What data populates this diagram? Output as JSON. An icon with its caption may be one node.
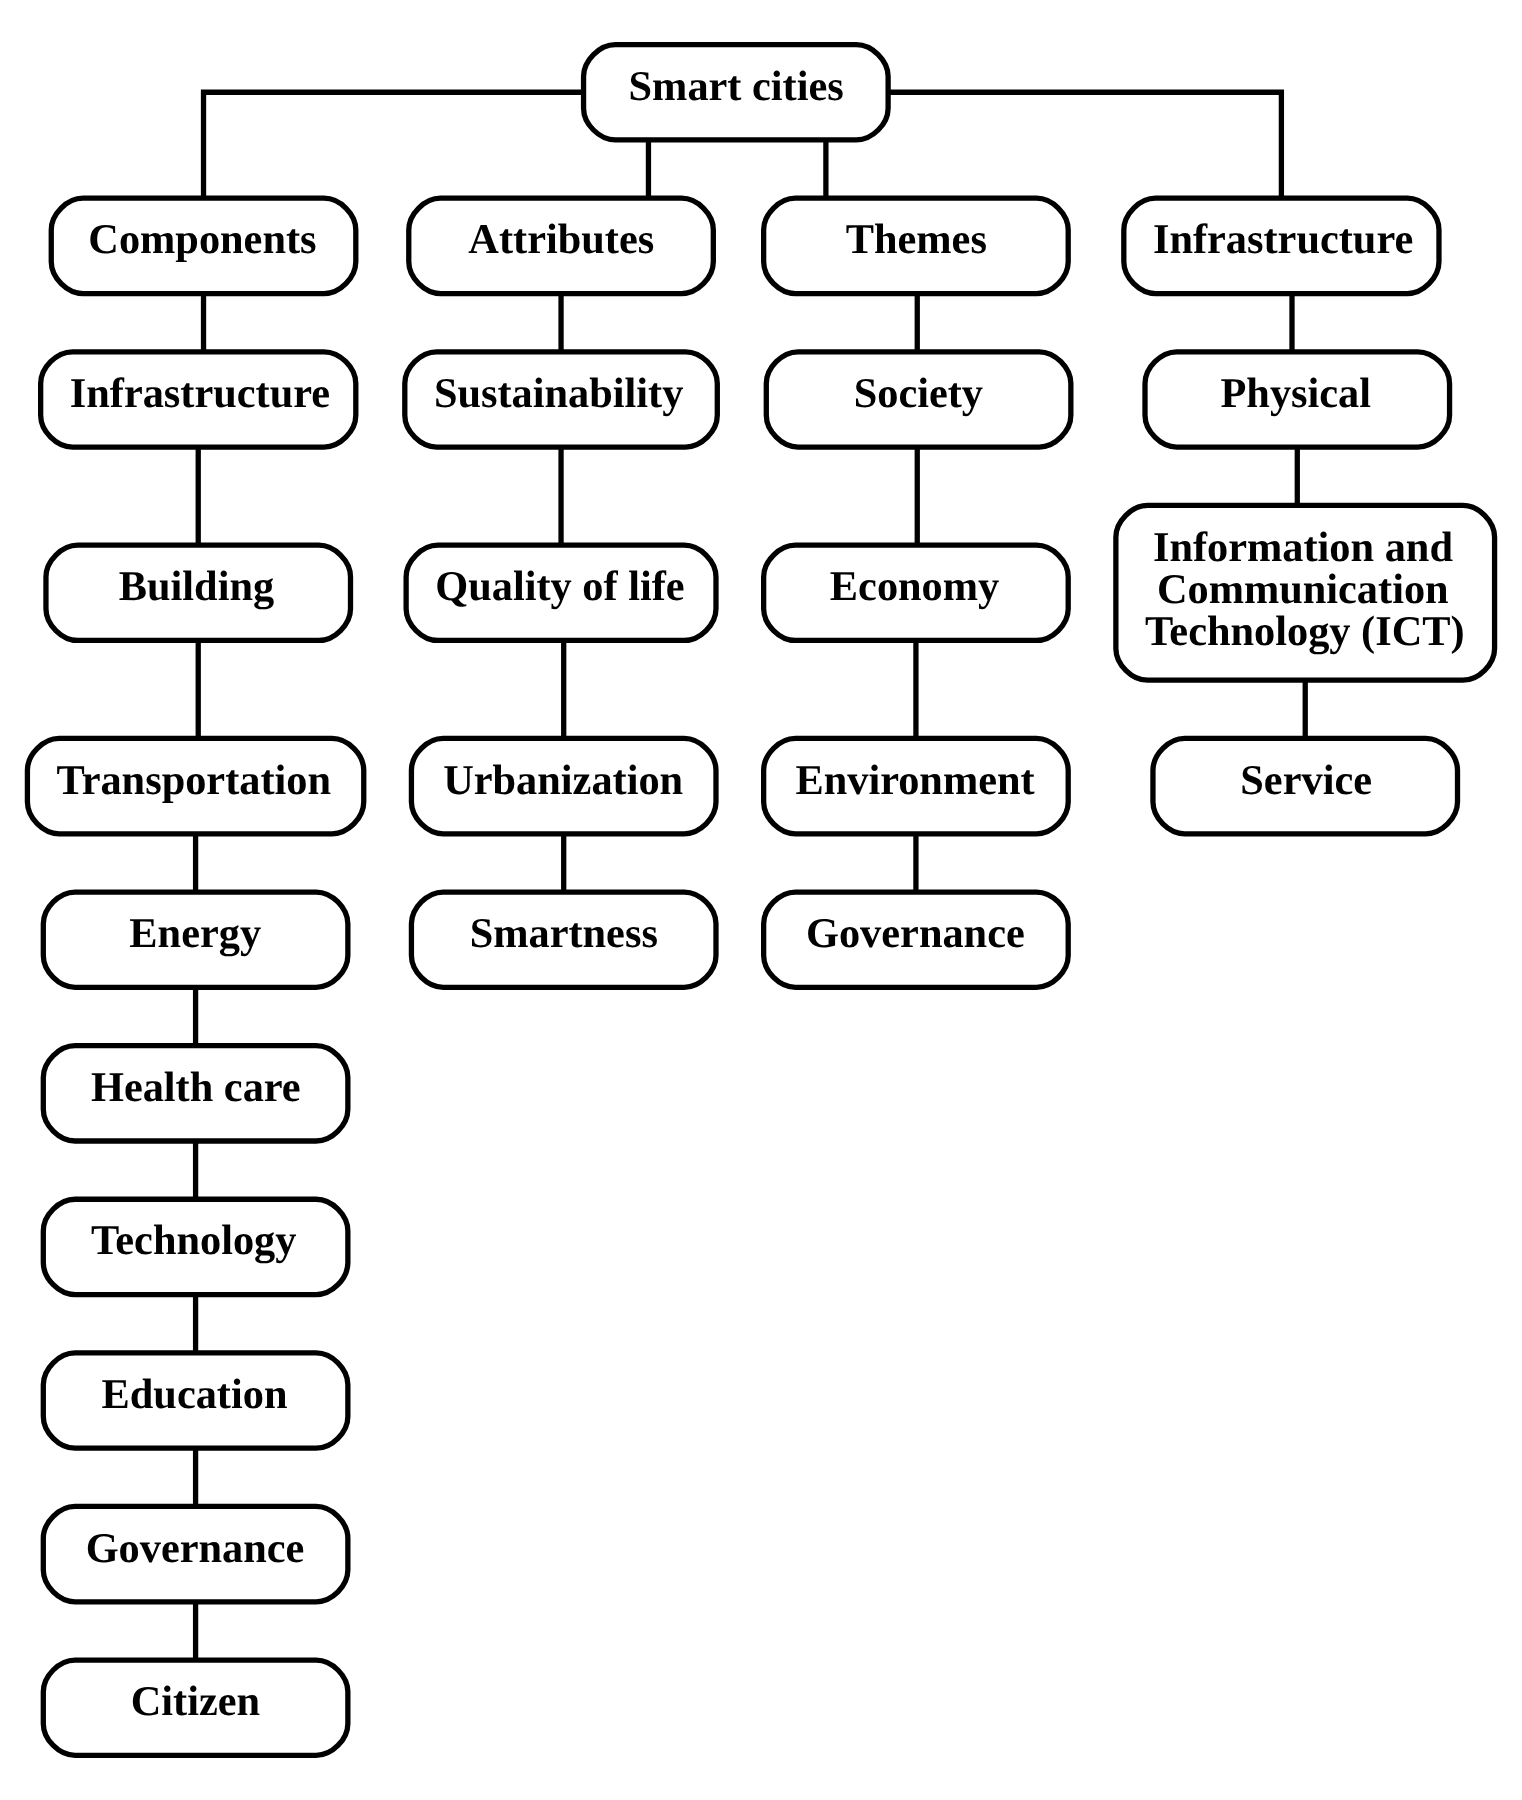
{
  "diagram": {
    "nodes": [
      {
        "text": [
          "Smart cities"
        ]
      },
      {
        "text": [
          "Components"
        ]
      },
      {
        "text": [
          "Attributes"
        ]
      },
      {
        "text": [
          "Themes"
        ]
      },
      {
        "text": [
          "Infrastructure"
        ]
      },
      {
        "text": [
          "Infrastructure"
        ]
      },
      {
        "text": [
          "Building"
        ]
      },
      {
        "text": [
          "Transportation"
        ]
      },
      {
        "text": [
          "Energy"
        ]
      },
      {
        "text": [
          "Health care"
        ]
      },
      {
        "text": [
          "Technology"
        ]
      },
      {
        "text": [
          "Education"
        ]
      },
      {
        "text": [
          "Governance"
        ]
      },
      {
        "text": [
          "Citizen"
        ]
      },
      {
        "text": [
          "Sustainability"
        ]
      },
      {
        "text": [
          "Quality of life"
        ]
      },
      {
        "text": [
          "Urbanization"
        ]
      },
      {
        "text": [
          "Smartness"
        ]
      },
      {
        "text": [
          "Society"
        ]
      },
      {
        "text": [
          "Economy"
        ]
      },
      {
        "text": [
          "Environment"
        ]
      },
      {
        "text": [
          "Governance"
        ]
      },
      {
        "text": [
          "Physical"
        ]
      },
      {
        "text": [
          "Information and Communication Technology (ICT)"
        ]
      },
      {
        "text": [
          "Service"
        ]
      }
    ],
    "edges": [
      {
        "from": 0,
        "to": 1,
        "arrow": "none"
      },
      {
        "from": 0,
        "to": 2,
        "arrow": "none"
      },
      {
        "from": 0,
        "to": 3,
        "arrow": "none"
      },
      {
        "from": 0,
        "to": 4,
        "arrow": "none"
      },
      {
        "from": 1,
        "to": 5,
        "arrow": "none"
      },
      {
        "from": 5,
        "to": 6,
        "arrow": "none"
      },
      {
        "from": 6,
        "to": 7,
        "arrow": "none"
      },
      {
        "from": 7,
        "to": 8,
        "arrow": "none"
      },
      {
        "from": 8,
        "to": 9,
        "arrow": "none"
      },
      {
        "from": 9,
        "to": 10,
        "arrow": "none"
      },
      {
        "from": 10,
        "to": 11,
        "arrow": "none"
      },
      {
        "from": 11,
        "to": 12,
        "arrow": "none"
      },
      {
        "from": 12,
        "to": 13,
        "arrow": "none"
      },
      {
        "from": 2,
        "to": 14,
        "arrow": "none"
      },
      {
        "from": 14,
        "to": 15,
        "arrow": "none"
      },
      {
        "from": 15,
        "to": 16,
        "arrow": "none"
      },
      {
        "from": 16,
        "to": 17,
        "arrow": "none"
      },
      {
        "from": 3,
        "to": 18,
        "arrow": "none"
      },
      {
        "from": 18,
        "to": 19,
        "arrow": "none"
      },
      {
        "from": 19,
        "to": 20,
        "arrow": "none"
      },
      {
        "from": 20,
        "to": 21,
        "arrow": "none"
      },
      {
        "from": 4,
        "to": 22,
        "arrow": "none"
      },
      {
        "from": 22,
        "to": 23,
        "arrow": "none"
      },
      {
        "from": 23,
        "to": 24,
        "arrow": "none"
      }
    ]
  }
}
